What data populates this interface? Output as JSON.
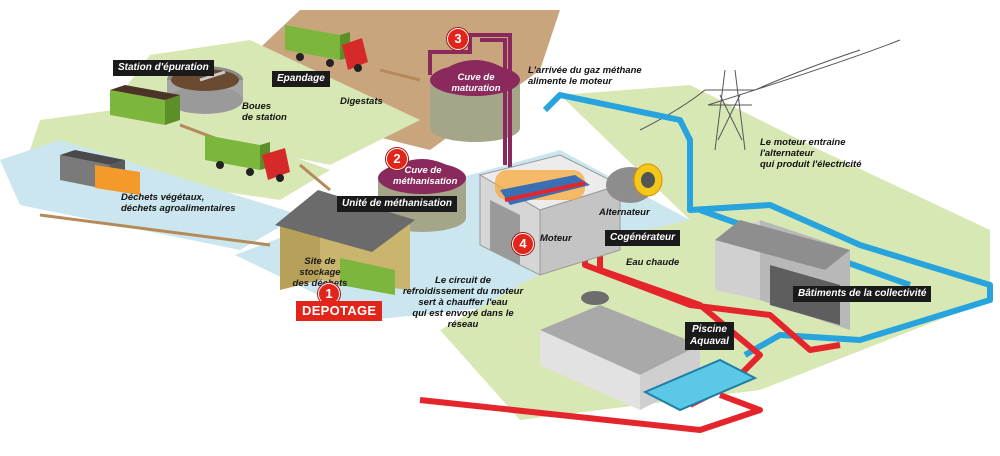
{
  "labels": {
    "station_epuration": "Station d'épuration",
    "epandage": "Epandage",
    "boues_station_l1": "Boues",
    "boues_station_l2": "de station",
    "digestats": "Digestats",
    "cuve_maturation_l1": "Cuve de",
    "cuve_maturation_l2": "maturation",
    "methane_l1": "L'arrivée du gaz méthane",
    "methane_l2": "alimente le moteur",
    "dechets_l1": "Déchets végétaux,",
    "dechets_l2": "déchets agroalimentaires",
    "cuve_methanisation_l1": "Cuve de",
    "cuve_methanisation_l2": "méthanisation",
    "unite_methanisation": "Unité de méthanisation",
    "site_stockage_l1": "Site de stockage",
    "site_stockage_l2": "des déchets",
    "depotage": "DEPOTAGE",
    "moteur": "Moteur",
    "alternateur": "Alternateur",
    "cogenerateur": "Cogénérateur",
    "alternateur_note_l1": "Le moteur entraine",
    "alternateur_note_l2": "l'alternateur",
    "alternateur_note_l3": "qui produit l'électricité",
    "eau_chaude": "Eau chaude",
    "circuit_l1": "Le circuit de",
    "circuit_l2": "refroidissement du moteur",
    "circuit_l3": "sert à chauffer l'eau",
    "circuit_l4": "qui est envoyé dans le réseau",
    "batiments": "Bâtiments de la collectivité",
    "piscine_l1": "Piscine",
    "piscine_l2": "Aquaval"
  },
  "steps": {
    "one": "1",
    "two": "2",
    "three": "3",
    "four": "4"
  },
  "colors": {
    "ground_green": "#d8e8b4",
    "ground_blue": "#cbe6ee",
    "ground_brown": "#c9a57e",
    "digester_purple": "#8a2a5c",
    "hot_pipe": "#e4262c",
    "cold_pipe": "#27a3dd",
    "badge_red": "#e1251b",
    "tag_black": "#1a1a1a"
  }
}
